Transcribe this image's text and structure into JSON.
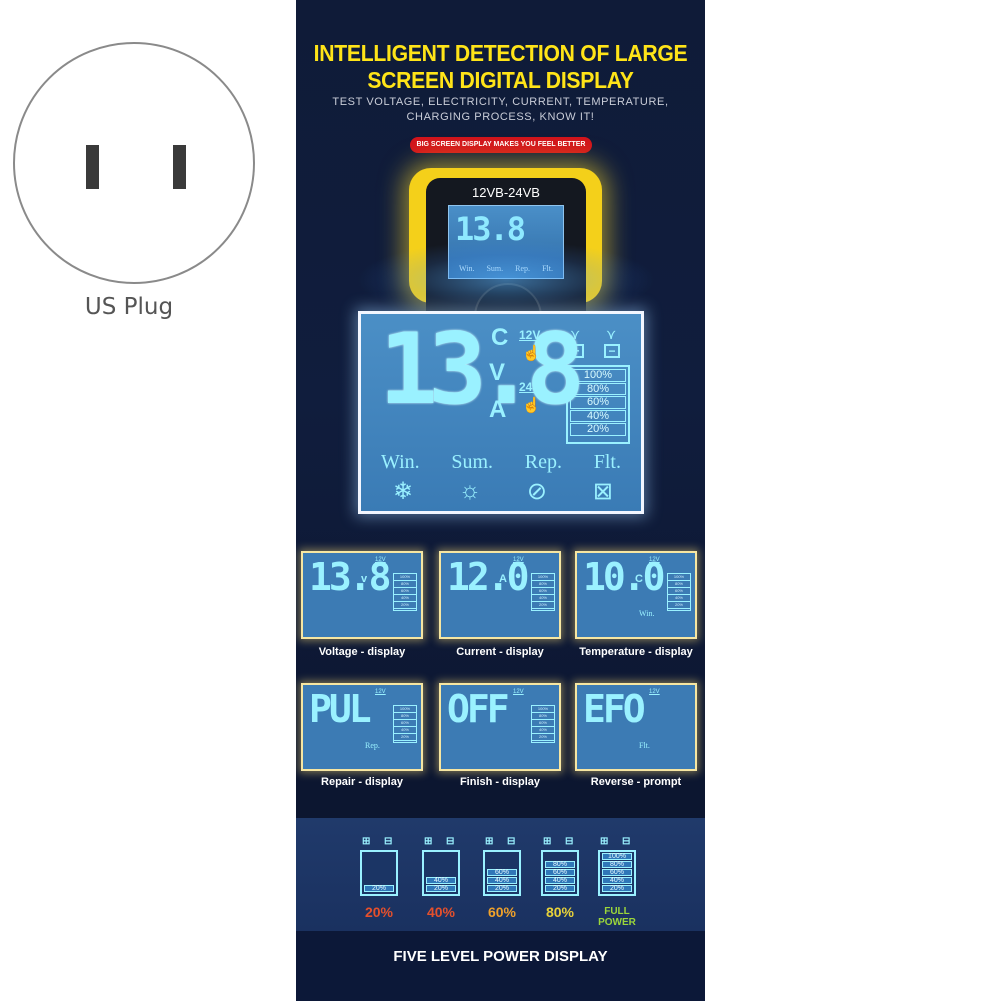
{
  "plug": {
    "label": "US Plug"
  },
  "poster": {
    "title_line1": "INTELLIGENT DETECTION OF LARGE",
    "title_line2": "SCREEN DIGITAL DISPLAY",
    "subtitle_line1": "TEST VOLTAGE, ELECTRICITY, CURRENT, TEMPERATURE,",
    "subtitle_line2": "CHARGING PROCESS, KNOW IT!",
    "banner": "BIG SCREEN DISPLAY MAKES YOU FEEL BETTER",
    "title_color": "#ffe418",
    "banner_color": "#d1141c"
  },
  "device": {
    "label": "12VB-24VB",
    "mini_reading": "13.8"
  },
  "big_lcd": {
    "reading": "13.8",
    "unit_c": "C",
    "unit_v": "V",
    "unit_a": "A",
    "v12": "12V",
    "v24": "24V",
    "levels": [
      "100%",
      "80%",
      "60%",
      "40%",
      "20%"
    ],
    "modes": [
      "Win.",
      "Sum.",
      "Rep.",
      "Flt."
    ],
    "lcd_color": "#4b8fc6",
    "digit_color": "#9af1ff"
  },
  "tiles": [
    {
      "reading": "13.8",
      "unit": "v",
      "mode": "",
      "caption": "Voltage - display"
    },
    {
      "reading": "12.0",
      "unit": "A",
      "mode": "",
      "caption": "Current - display"
    },
    {
      "reading": "10.0",
      "unit": "C",
      "mode": "Win.",
      "caption": "Temperature - display"
    },
    {
      "reading": "PUL",
      "unit": "",
      "mode": "Rep.",
      "caption": "Repair - display"
    },
    {
      "reading": "OFF",
      "unit": "",
      "mode": "",
      "caption": "Finish - display"
    },
    {
      "reading": "EFO",
      "unit": "",
      "mode": "Flt.",
      "caption": "Reverse - prompt"
    }
  ],
  "five_level": {
    "title": "FIVE LEVEL POWER DISPLAY",
    "levels": [
      {
        "label": "20%",
        "segments": [
          "20%"
        ],
        "color": "#e5502c"
      },
      {
        "label": "40%",
        "segments": [
          "20%",
          "40%"
        ],
        "color": "#e5502c"
      },
      {
        "label": "60%",
        "segments": [
          "20%",
          "40%",
          "60%"
        ],
        "color": "#f0a12a"
      },
      {
        "label": "80%",
        "segments": [
          "20%",
          "40%",
          "60%",
          "80%"
        ],
        "color": "#e8d23a"
      },
      {
        "label": "FULL POWER",
        "segments": [
          "20%",
          "40%",
          "60%",
          "80%",
          "100%"
        ],
        "color": "#9bd63a"
      }
    ]
  }
}
